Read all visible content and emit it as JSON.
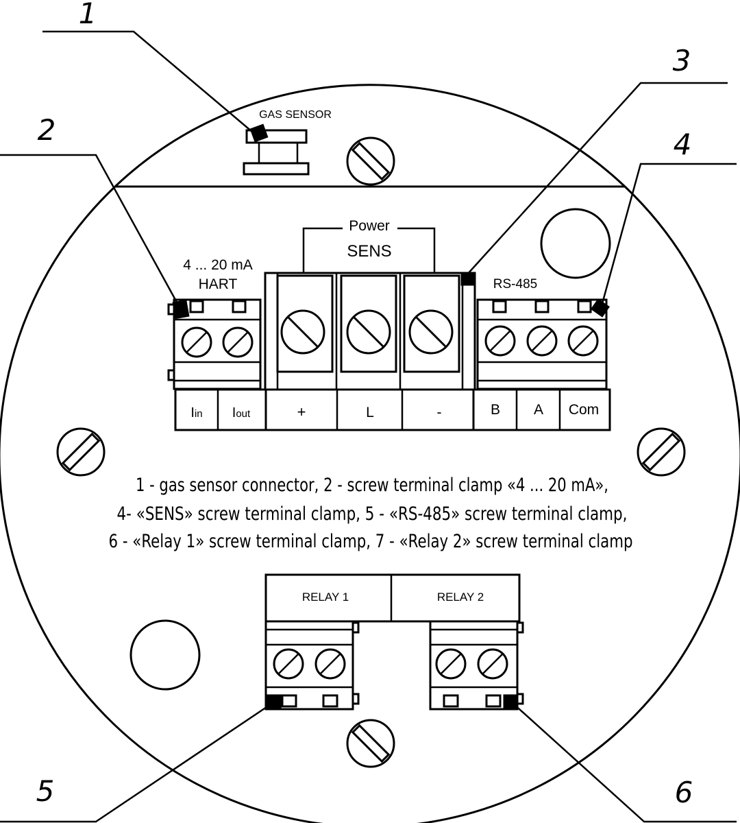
{
  "callouts": [
    "1",
    "2",
    "3",
    "4",
    "5",
    "6"
  ],
  "labels": {
    "gas_sensor": "GAS SENSOR",
    "power": "Power",
    "sens": "SENS",
    "current_range": "4 ... 20 mA",
    "hart": "HART",
    "rs485": "RS-485",
    "relay1": "RELAY 1",
    "relay2": "RELAY 2"
  },
  "terminals": {
    "i_in": {
      "base": "I",
      "sub": "in"
    },
    "i_out": {
      "base": "I",
      "sub": "out"
    },
    "plus": "+",
    "l": "L",
    "minus": "-",
    "b": "B",
    "a": "A",
    "com": "Com"
  },
  "caption": [
    "1 - gas sensor connector, 2 - screw terminal clamp «4 ... 20 mA»,",
    "4- «SENS» screw terminal clamp, 5 - «RS-485» screw terminal clamp,",
    "6 - «Relay 1» screw terminal clamp, 7 - «Relay 2» screw terminal clamp"
  ]
}
